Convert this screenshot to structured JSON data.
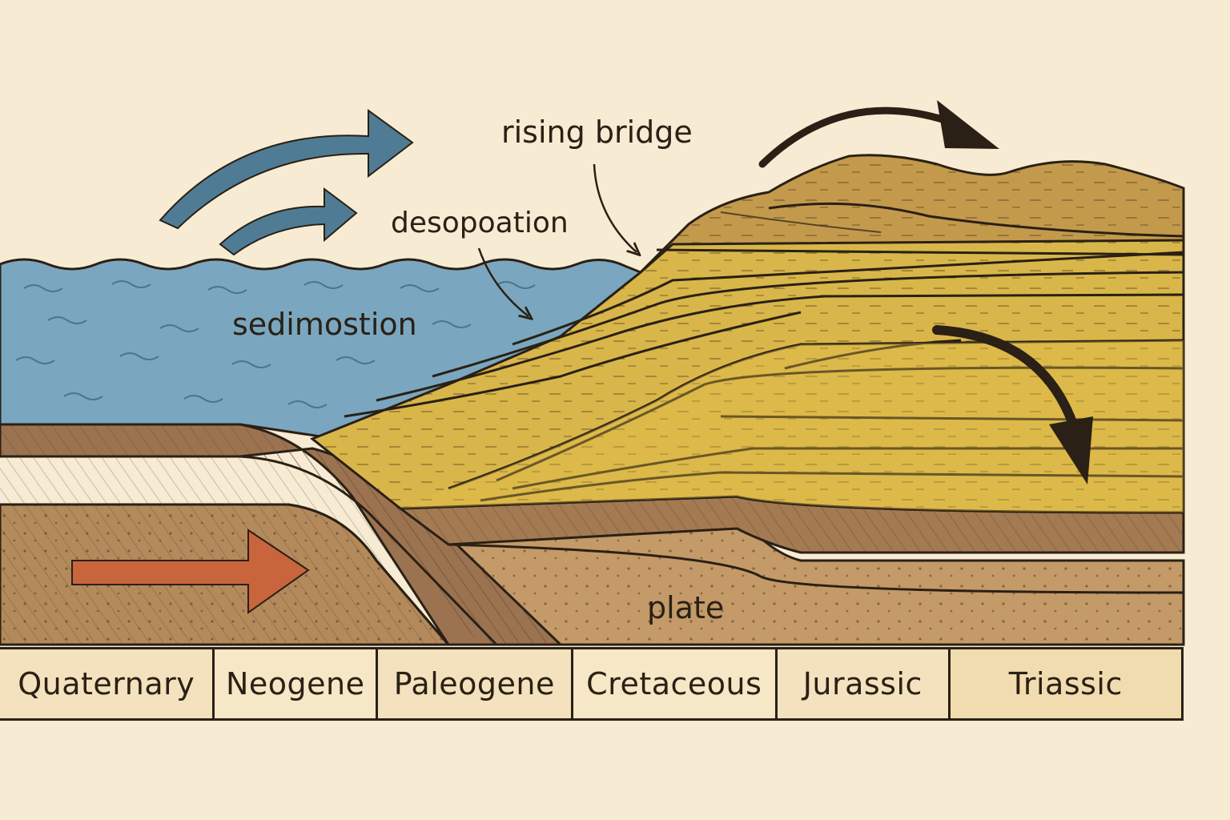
{
  "labels": {
    "rising_bridge": "rising bridge",
    "desopoation": "desopoation",
    "sedimostion": "sedimostion",
    "plate": "plate"
  },
  "timeline": {
    "periods": [
      {
        "label": "Quaternary",
        "bg": "#f3e2bd"
      },
      {
        "label": "Neogene",
        "bg": "#f6e7c6"
      },
      {
        "label": "Paleogene",
        "bg": "#f3e2bd"
      },
      {
        "label": "Cretaceous",
        "bg": "#f6e7c6"
      },
      {
        "label": "Jurassic",
        "bg": "#f3e2bd"
      },
      {
        "label": "Triassic",
        "bg": "#f1dcb0"
      }
    ]
  },
  "colors": {
    "background": "#f7ebd3",
    "water": "#7aa7bf",
    "water_arrow": "#4f7c94",
    "plate_arrow": "#c9653d",
    "sediment_yellow": "#d9b649",
    "sediment_ochre": "#c39a4c",
    "rock_brown": "#a47a52",
    "ink": "#2a2015"
  },
  "icons": [
    "water-flow-arrow-icon",
    "plate-motion-arrow-icon",
    "uplift-arrow-icon",
    "subsidence-arrow-icon",
    "pointer-arrow-icon"
  ]
}
